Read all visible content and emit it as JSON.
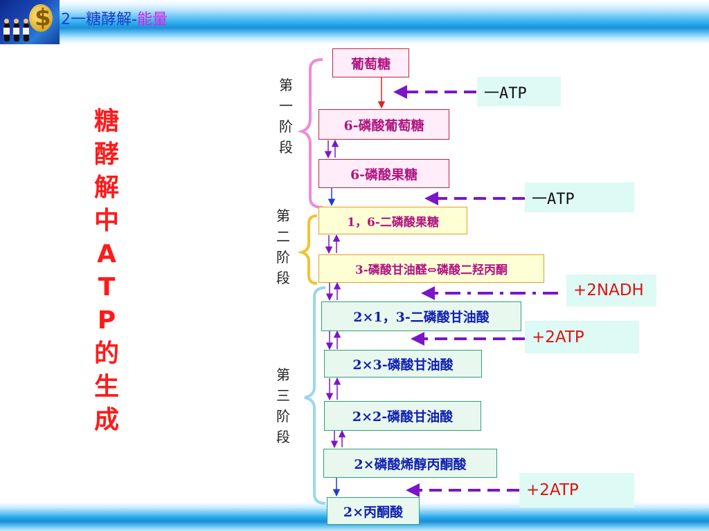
{
  "header": {
    "title_prefix": "2一糖酵解-",
    "title_highlight": "能量"
  },
  "side_title": [
    "糖",
    "酵",
    "解",
    "中",
    "A",
    "T",
    "P",
    "的",
    "生",
    "成"
  ],
  "stages": [
    {
      "chars": [
        "第",
        "一",
        "阶",
        "段"
      ],
      "color": "#f08ad8"
    },
    {
      "chars": [
        "第",
        "二",
        "阶",
        "段"
      ],
      "color": "#f2c230"
    },
    {
      "chars": [
        "第",
        "三",
        "阶",
        "段"
      ],
      "color": "#9ad8ec"
    }
  ],
  "boxes": [
    {
      "label": "葡萄糖",
      "stage": 1
    },
    {
      "label": "6-磷酸葡萄糖",
      "stage": 1
    },
    {
      "label": "6-磷酸果糖",
      "stage": 1
    },
    {
      "label": "1，6-二磷酸果糖",
      "stage": 2
    },
    {
      "label": "3-磷酸甘油醛⇔磷酸二羟丙酮",
      "stage": 2
    },
    {
      "label": "2×1，3-二磷酸甘油酸",
      "stage": 3
    },
    {
      "label": "2×3-磷酸甘油酸",
      "stage": 3
    },
    {
      "label": "2×2-磷酸甘油酸",
      "stage": 3
    },
    {
      "label": "2×磷酸烯醇丙酮酸",
      "stage": 3
    },
    {
      "label": "2×丙酮酸",
      "stage": 3
    }
  ],
  "energy": [
    {
      "label": "一ATP",
      "type": "consume"
    },
    {
      "label": "一ATP",
      "type": "consume"
    },
    {
      "label": "+2NADH",
      "type": "gain"
    },
    {
      "label": "+2ATP",
      "type": "gain"
    },
    {
      "label": "+2ATP",
      "type": "gain"
    }
  ],
  "colors": {
    "title_blue": "#1a3cc8",
    "title_magenta": "#e020e0",
    "side_title_red": "#ff1a1a",
    "arrow_purple": "#7a16c8",
    "gain_red": "#e01010"
  }
}
